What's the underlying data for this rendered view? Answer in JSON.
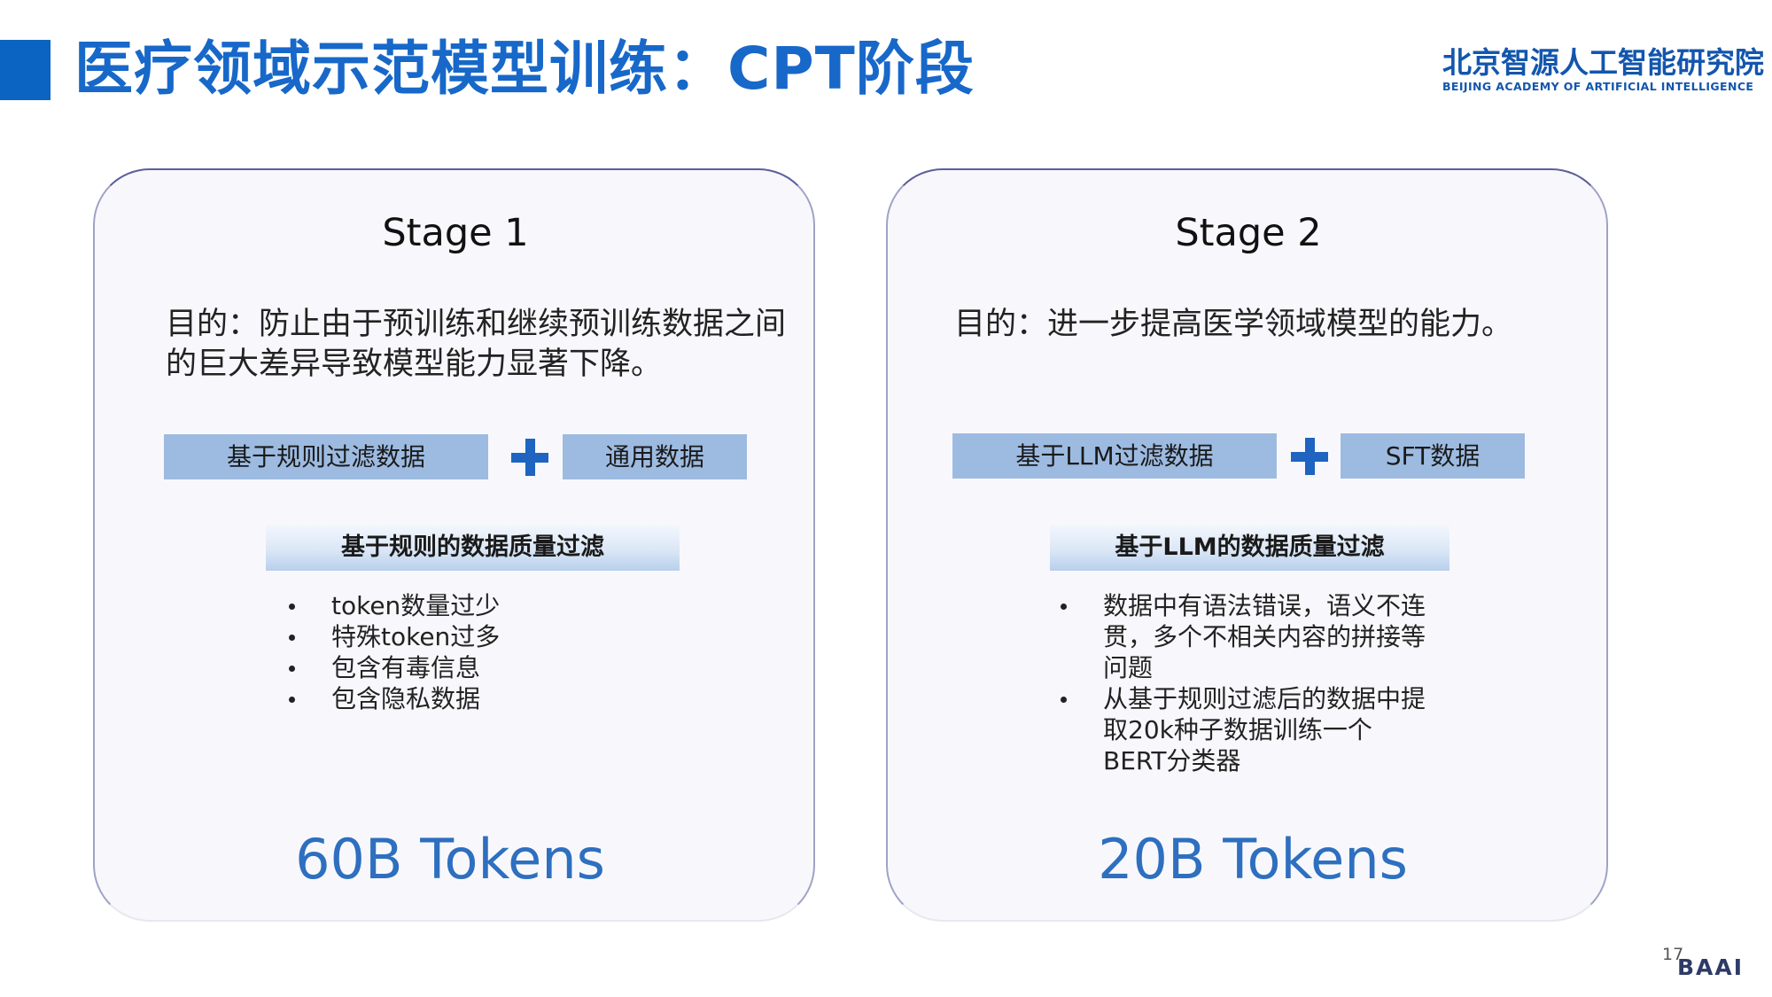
{
  "header": {
    "title": "医疗领域示范模型训练：CPT阶段",
    "org_name_cn": "北京智源人工智能研究院",
    "org_name_en": "BEIJING ACADEMY OF ARTIFICIAL INTELLIGENCE"
  },
  "stages": [
    {
      "title": "Stage 1",
      "purpose": "目的：防止由于预训练和继续预训练数据之间的巨大差异导致模型能力显著下降。",
      "data_a": "基于规则过滤数据",
      "data_b": "通用数据",
      "filter_title": "基于规则的数据质量过滤",
      "bullets": [
        "token数量过少",
        "特殊token过多",
        "包含有毒信息",
        "包含隐私数据"
      ],
      "tokens": "60B Tokens"
    },
    {
      "title": "Stage 2",
      "purpose": "目的：进一步提高医学领域模型的能力。",
      "data_a": "基于LLM过滤数据",
      "data_b": "SFT数据",
      "filter_title": "基于LLM的数据质量过滤",
      "bullets": [
        "数据中有语法错误，语义不连贯，多个不相关内容的拼接等问题",
        "从基于规则过滤后的数据中提取20k种子数据训练一个BERT分类器"
      ],
      "tokens": "20B Tokens"
    }
  ],
  "footer": {
    "page_number": "17",
    "logo": "BAAI"
  },
  "colors": {
    "accent": "#0b63c2",
    "title": "#1768c9",
    "data_box": "#9dbbe1",
    "tokens": "#2e6fbf"
  }
}
